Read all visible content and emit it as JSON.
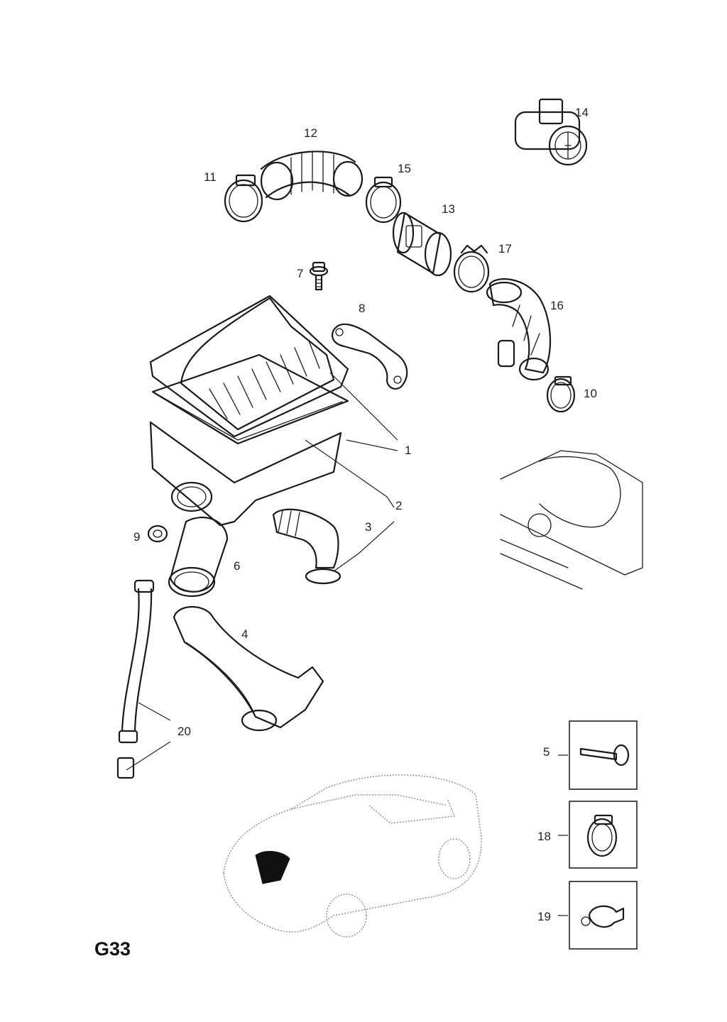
{
  "diagram": {
    "code": "G33",
    "callouts": {
      "c1": "1",
      "c2": "2",
      "c3": "3",
      "c4": "4",
      "c5": "5",
      "c6": "6",
      "c7": "7",
      "c8": "8",
      "c9": "9",
      "c10": "10",
      "c11": "11",
      "c12": "12",
      "c13": "13",
      "c14": "14",
      "c15": "15",
      "c16": "16",
      "c17": "17",
      "c18": "18",
      "c19": "19",
      "c20": "20"
    }
  }
}
